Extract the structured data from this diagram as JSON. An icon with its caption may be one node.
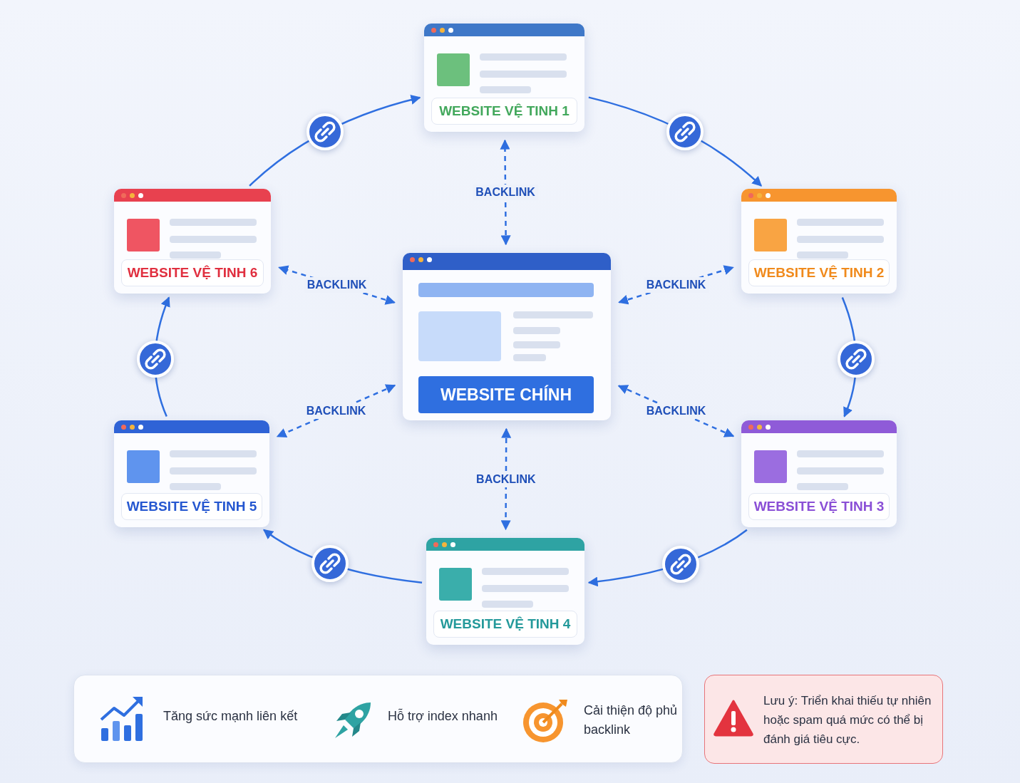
{
  "diagram": {
    "nodes": [
      {
        "text": [
          "WEBSITE CHÍNH"
        ]
      },
      {
        "text": [
          "WEBSITE VỆ TINH 1"
        ]
      },
      {
        "text": [
          "WEBSITE VỆ TINH 2"
        ]
      },
      {
        "text": [
          "WEBSITE VỆ TINH 3"
        ]
      },
      {
        "text": [
          "WEBSITE VỆ TINH 4"
        ]
      },
      {
        "text": [
          "WEBSITE VỆ TINH 5"
        ]
      },
      {
        "text": [
          "WEBSITE VỆ TINH 6"
        ]
      },
      {
        "text": [
          "Tăng sức mạnh liên kết",
          "Hỗ trợ index nhanh",
          "Cải thiện độ phủ backlink"
        ]
      },
      {
        "text": [
          "Lưu ý: Triển khai thiếu tự nhiên hoặc spam quá mức có thể bị đánh giá tiêu cực."
        ]
      }
    ],
    "edges": [
      {
        "from": 6,
        "to": 1,
        "arrow": "to"
      },
      {
        "from": 1,
        "to": 2,
        "arrow": "to"
      },
      {
        "from": 2,
        "to": 3,
        "arrow": "to"
      },
      {
        "from": 3,
        "to": 4,
        "arrow": "to"
      },
      {
        "from": 4,
        "to": 5,
        "arrow": "to"
      },
      {
        "from": 5,
        "to": 6,
        "arrow": "to"
      },
      {
        "from": 0,
        "to": 1,
        "arrow": "both",
        "label": "BACKLINK",
        "style": "dashed"
      },
      {
        "from": 0,
        "to": 2,
        "arrow": "both",
        "label": "BACKLINK",
        "style": "dashed"
      },
      {
        "from": 0,
        "to": 3,
        "arrow": "both",
        "label": "BACKLINK",
        "style": "dashed"
      },
      {
        "from": 0,
        "to": 4,
        "arrow": "both",
        "label": "BACKLINK",
        "style": "dashed"
      },
      {
        "from": 0,
        "to": 5,
        "arrow": "both",
        "label": "BACKLINK",
        "style": "dashed"
      },
      {
        "from": 0,
        "to": 6,
        "arrow": "both",
        "label": "BACKLINK",
        "style": "dashed"
      }
    ]
  }
}
